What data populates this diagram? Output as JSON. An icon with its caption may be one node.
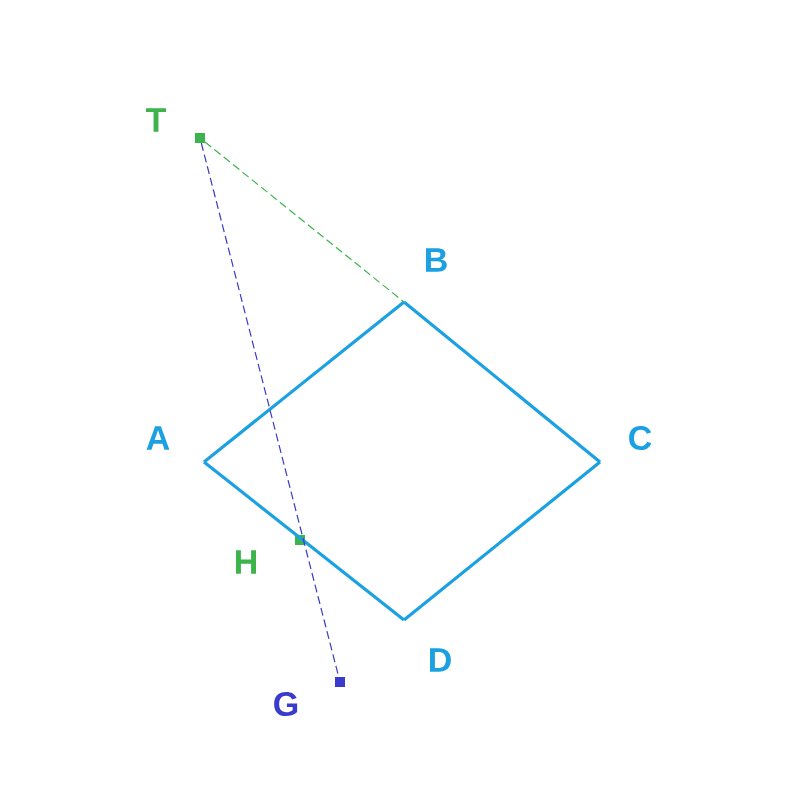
{
  "diagram": {
    "nodes": [
      {
        "text": [],
        "shape": "square",
        "beside": [
          "T"
        ]
      },
      {
        "text": [],
        "shape": "point",
        "beside": [
          "B"
        ]
      },
      {
        "text": [],
        "shape": "point",
        "beside": [
          "A"
        ]
      },
      {
        "text": [],
        "shape": "point",
        "beside": [
          "C"
        ]
      },
      {
        "text": [],
        "shape": "square",
        "beside": [
          "H"
        ]
      },
      {
        "text": [],
        "shape": "point",
        "beside": [
          "D"
        ]
      },
      {
        "text": [],
        "shape": "square",
        "beside": [
          "G"
        ]
      }
    ],
    "edges": [
      {
        "from": 2,
        "to": 1,
        "arrow": "none"
      },
      {
        "from": 1,
        "to": 3,
        "arrow": "none"
      },
      {
        "from": 3,
        "to": 5,
        "arrow": "none"
      },
      {
        "from": 5,
        "to": 2,
        "arrow": "none"
      },
      {
        "from": 0,
        "to": 1,
        "arrow": "none",
        "style": "dashed",
        "color": "#3cb44b"
      },
      {
        "from": 0,
        "to": 6,
        "arrow": "none",
        "style": "dashed",
        "color": "#3a3acc"
      }
    ]
  }
}
